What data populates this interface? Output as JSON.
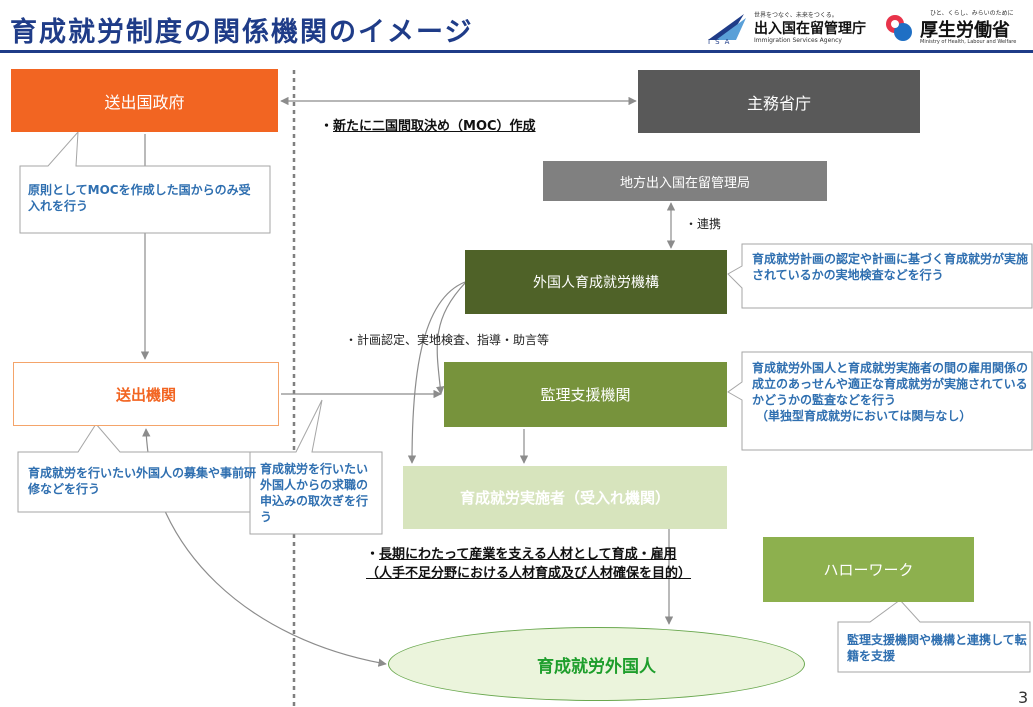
{
  "header": {
    "title": "育成就労制度の関係機関のイメージ",
    "isa_logo": {
      "tagline": "世界をつなぐ、未来をつくる。",
      "name": "出入国在留管理庁",
      "english": "Immigration Services Agency",
      "abbr": "ISA"
    },
    "mhlw_logo": {
      "tagline": "ひと、くらし、みらいのために",
      "name": "厚生労働省",
      "english": "Ministry of Health, Labour and Welfare"
    }
  },
  "boxes": {
    "sending_government": "送出国政府",
    "ministry": "主務省庁",
    "regional_bureau": "地方出入国在留管理局",
    "training_org": "外国人育成就労機構",
    "supervising_org": "監理支援機関",
    "sending_org": "送出機関",
    "implementer": "育成就労実施者（受入れ機関）",
    "hello_work": "ハローワーク",
    "foreign_worker": "育成就労外国人"
  },
  "callouts": {
    "sending_government_note": "原則としてMOCを作成した国からのみ受入れを行う",
    "training_org_note": "育成就労計画の認定や計画に基づく育成就労が実施されているかの実地検査などを行う",
    "supervising_note": "育成就労外国人と育成就労実施者の間の雇用関係の成立のあっせんや適正な育成就労が実施されているかどうかの監査などを行う",
    "supervising_note_sub": "（単独型育成就労においては関与なし）",
    "sending_org_note": "育成就労を行いたい外国人の募集や事前研修などを行う",
    "supervising_job_note": "育成就労を行いたい外国人からの求職の申込みの取次ぎを行う",
    "hello_work_note": "監理支援機関や機構と連携して転籍を支援"
  },
  "labels": {
    "moc_prefix": "・",
    "moc": "新たに二国間取決め（MOC）作成",
    "liaison": "・連携",
    "plan_certification": "・計画認定、実地検査、指導・助言等",
    "purpose_prefix": "・",
    "purpose": "長期にわたって産業を支える人材として育成・雇用（人手不足分野における人材育成及び人材確保を目的）"
  },
  "page_number": "3",
  "colors": {
    "title": "#1f3c88",
    "orange": "#f26522",
    "dark_gray": "#595959",
    "dark_green": "#4f6228",
    "mid_green": "#77933c",
    "light_green": "#d7e4bd",
    "callout_text": "#2f6fb0"
  }
}
